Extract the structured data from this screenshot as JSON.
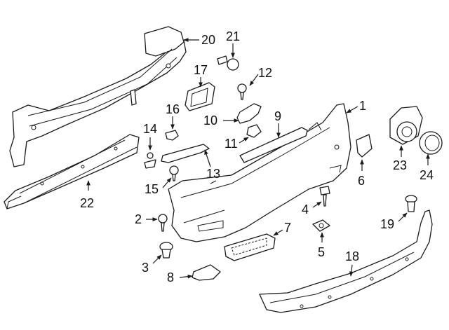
{
  "diagram": {
    "callouts": [
      {
        "label": "1"
      },
      {
        "label": "2"
      },
      {
        "label": "3"
      },
      {
        "label": "4"
      },
      {
        "label": "5"
      },
      {
        "label": "6"
      },
      {
        "label": "7"
      },
      {
        "label": "8"
      },
      {
        "label": "9"
      },
      {
        "label": "10"
      },
      {
        "label": "11"
      },
      {
        "label": "12"
      },
      {
        "label": "13"
      },
      {
        "label": "14"
      },
      {
        "label": "15"
      },
      {
        "label": "16"
      },
      {
        "label": "17"
      },
      {
        "label": "18"
      },
      {
        "label": "19"
      },
      {
        "label": "20"
      },
      {
        "label": "21"
      },
      {
        "label": "22"
      },
      {
        "label": "23"
      },
      {
        "label": "24"
      }
    ]
  }
}
